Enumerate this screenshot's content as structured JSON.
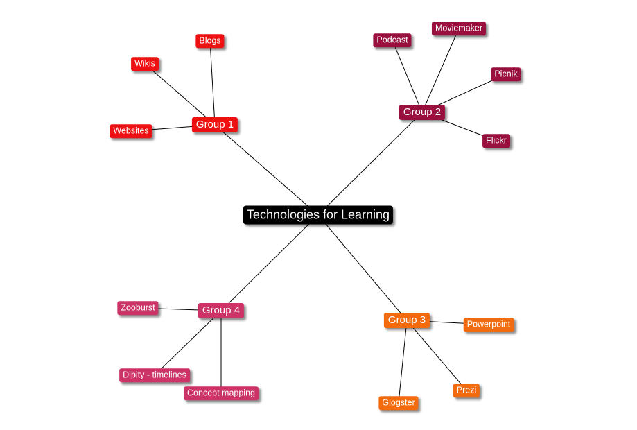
{
  "mindmap": {
    "root": {
      "id": "root",
      "label": "Technologies for Learning",
      "color": "#000000"
    },
    "groups": [
      {
        "id": "g1",
        "label": "Group 1",
        "color": "#ee1111",
        "leaves": [
          {
            "id": "g1-blogs",
            "label": "Blogs"
          },
          {
            "id": "g1-wikis",
            "label": "Wikis"
          },
          {
            "id": "g1-websites",
            "label": "Websites"
          }
        ]
      },
      {
        "id": "g2",
        "label": "Group 2",
        "color": "#990f3d",
        "leaves": [
          {
            "id": "g2-podcast",
            "label": "Podcast"
          },
          {
            "id": "g2-moviemaker",
            "label": "Moviemaker"
          },
          {
            "id": "g2-picnik",
            "label": "Picnik"
          },
          {
            "id": "g2-flickr",
            "label": "Flickr"
          }
        ]
      },
      {
        "id": "g3",
        "label": "Group 3",
        "color": "#f26b0e",
        "leaves": [
          {
            "id": "g3-powerpoint",
            "label": "Powerpoint"
          },
          {
            "id": "g3-prezi",
            "label": "Prezi"
          },
          {
            "id": "g3-glogster",
            "label": "Glogster"
          }
        ]
      },
      {
        "id": "g4",
        "label": "Group 4",
        "color": "#cc3366",
        "leaves": [
          {
            "id": "g4-zooburst",
            "label": "Zooburst"
          },
          {
            "id": "g4-dipity",
            "label": "Dipity - timelines"
          },
          {
            "id": "g4-concept",
            "label": "Concept mapping"
          }
        ]
      }
    ]
  }
}
